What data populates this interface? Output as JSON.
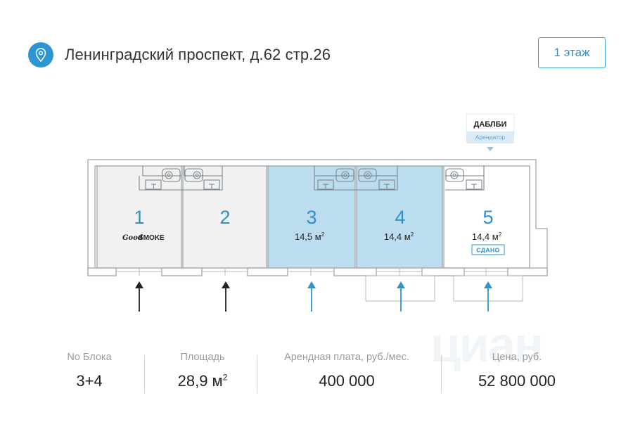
{
  "header": {
    "address": "Ленинградский проспект, д.62 стр.26",
    "floor_button": "1 этаж"
  },
  "tenant_tag": {
    "name": "ДАБЛБИ",
    "role": "Арендатор"
  },
  "units": [
    {
      "number": "1",
      "logo_text": "SMOKE",
      "logo_script": "Good",
      "status": "occupied"
    },
    {
      "number": "2",
      "status": "occupied"
    },
    {
      "number": "3",
      "area": "14,5 м",
      "area_sup": "2",
      "status": "selected"
    },
    {
      "number": "4",
      "area": "14,4 м",
      "area_sup": "2",
      "status": "selected"
    },
    {
      "number": "5",
      "area": "14,4 м",
      "area_sup": "2",
      "badge": "СДАНО",
      "status": "rented"
    }
  ],
  "colors": {
    "accent": "#2e95d3",
    "selected_fill": "#bcdcf0",
    "occupied_fill": "#f1f1f1",
    "wall": "#9ea7ad"
  },
  "stats": {
    "block_label": "No Блока",
    "block_value": "3+4",
    "area_label": "Площадь",
    "area_value": "28,9 м",
    "area_sup": "2",
    "rent_label": "Арендная плата, руб./мес.",
    "rent_value": "400 000",
    "price_label": "Цена, руб.",
    "price_value": "52 800 000"
  },
  "watermark": "циан"
}
